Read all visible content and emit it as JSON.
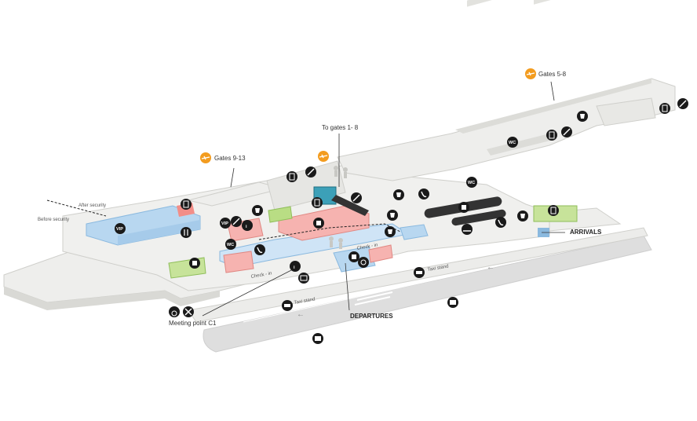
{
  "labels": {
    "gates_5_8": "Gates 5-8",
    "gates_9_13": "Gates 9-13",
    "to_gates": "To gates 1- 8",
    "after_security": "After security",
    "before_security": "Before security",
    "arrivals": "ARRIVALS",
    "departures": "DEPARTURES",
    "meeting_point": "Meeting point C1",
    "check_in_1": "Check - in",
    "check_in_2": "Check - in",
    "taxi_stand_1": "Taxi stand",
    "taxi_stand_2": "Taxi stand"
  },
  "icon_text": {
    "vip": "VIP",
    "wc": "WC"
  },
  "icons": [
    "plane-icon",
    "escalator-icon",
    "luggage-icon",
    "lift-icon",
    "wc-icon",
    "vip-icon",
    "info-icon",
    "phone-icon",
    "food-icon",
    "mail-icon",
    "accessible-icon",
    "meeting-icon",
    "bus-icon",
    "taxi-icon",
    "shop-icon"
  ],
  "colors": {
    "floor": "#eeeeec",
    "floor_edge": "#d6d6d2",
    "accent_orange": "#f39c1f",
    "security_area": "#b8d7f0",
    "security_edge": "#8ab9df",
    "shops": "#f6b3b0",
    "green": "#b9dd84",
    "road": "#dedede",
    "icon_bg": "#1a1a1a"
  }
}
